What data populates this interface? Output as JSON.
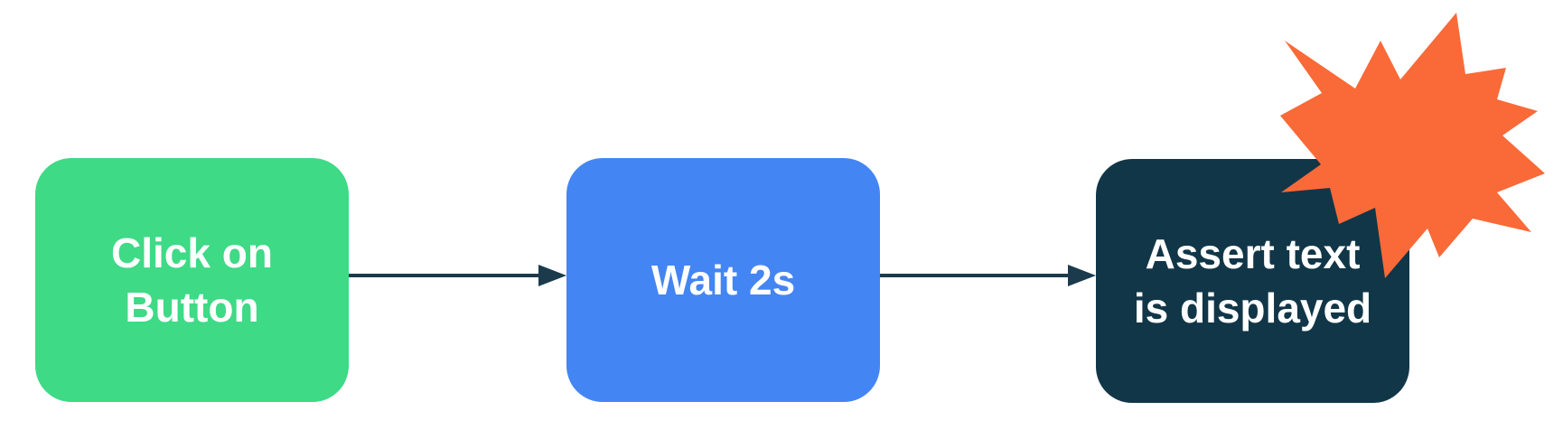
{
  "diagram": {
    "type": "flowchart",
    "nodes": [
      {
        "id": "step-1",
        "lines": [
          "Click on",
          "Button"
        ],
        "color": "green"
      },
      {
        "id": "step-2",
        "lines": [
          "Wait 2s"
        ],
        "color": "blue"
      },
      {
        "id": "step-3",
        "lines": [
          "Assert text",
          "is displayed"
        ],
        "color": "navy"
      }
    ],
    "connectors": [
      {
        "from": "step-1",
        "to": "step-2"
      },
      {
        "from": "step-2",
        "to": "step-3"
      }
    ],
    "icons": [
      {
        "name": "starburst-icon",
        "color": "orange"
      }
    ],
    "colors": {
      "green": "#3EDA86",
      "blue": "#4485F4",
      "navy": "#113648",
      "orange": "#F96A38",
      "arrow": "#1B3B4D",
      "text": "#FFFFFF",
      "background": "#FFFFFF"
    }
  }
}
